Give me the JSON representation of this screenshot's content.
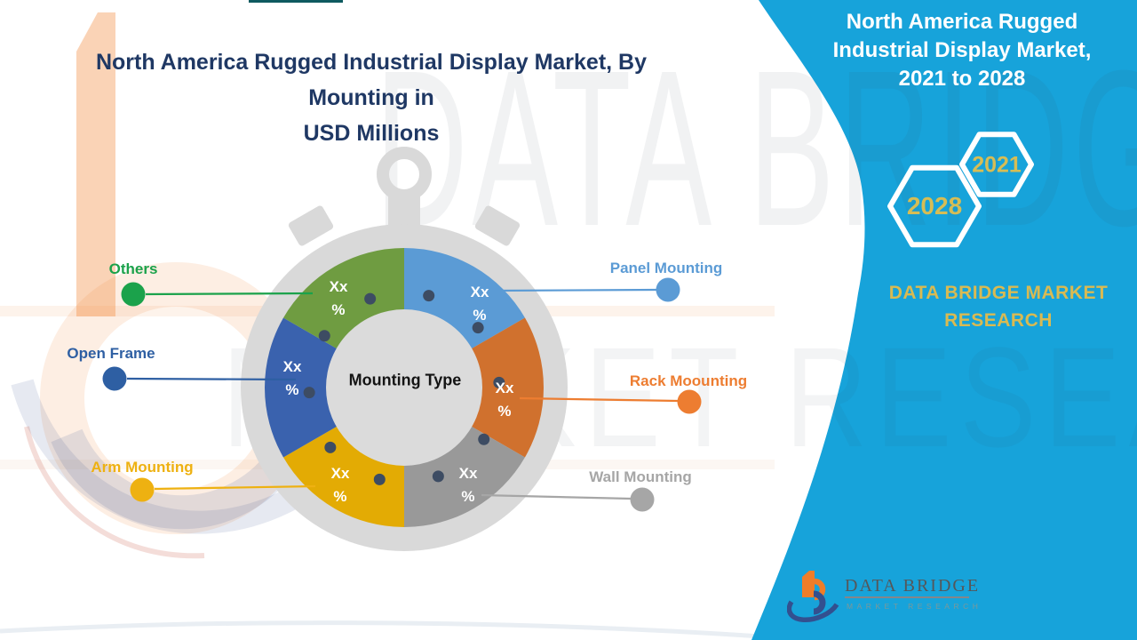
{
  "header": {
    "title": "North America Rugged Industrial Display Market, By Mounting in\nUSD Millions",
    "color": "#1f3864"
  },
  "watermark": {
    "line1": "DATA BRIDGE",
    "line2": "MARKET RESEARCH"
  },
  "banner": {
    "color": "#17a3da",
    "title": "North America Rugged\nIndustrial Display Market,\n2021 to 2028",
    "hexagons": [
      {
        "label": "2028"
      },
      {
        "label": "2021"
      }
    ],
    "hex_text_color": "#d6bd55",
    "brand_text": "DATA BRIDGE MARKET\nRESEARCH",
    "brand_color": "#d9ba52"
  },
  "chart_data": {
    "type": "donut",
    "title": "North America Rugged Industrial Display Market, By Mounting in USD Millions",
    "unit": "USD Millions",
    "center_label": "Mounting Type",
    "style": "stopwatch",
    "segments": [
      {
        "label": "Panel Mounting",
        "value": "Xx %",
        "color": "#5b9bd5",
        "start_angle": 0,
        "end_angle": 60
      },
      {
        "label": "Rack Moounting",
        "value": "Xx %",
        "color": "#d0712e",
        "start_angle": 60,
        "end_angle": 120
      },
      {
        "label": "Wall Mounting",
        "value": "Xx %",
        "color": "#999999",
        "start_angle": 120,
        "end_angle": 180
      },
      {
        "label": "Arm Mounting",
        "value": "Xx %",
        "color": "#e3ab04",
        "start_angle": 180,
        "end_angle": 240
      },
      {
        "label": "Open Frame",
        "value": "Xx %",
        "color": "#3a62ae",
        "start_angle": 240,
        "end_angle": 300
      },
      {
        "label": "Others",
        "value": "Xx %",
        "color": "#6f9c41",
        "start_angle": 300,
        "end_angle": 360
      }
    ]
  },
  "callouts": [
    {
      "label": "Panel Mounting",
      "color": "#5b9bd5"
    },
    {
      "label": "Rack Moounting",
      "color": "#ed7d31"
    },
    {
      "label": "Wall Mounting",
      "color": "#a6a6a6"
    },
    {
      "label": "Arm Mounting",
      "color": "#eeb111"
    },
    {
      "label": "Open Frame",
      "color": "#2e5fa3"
    },
    {
      "label": "Others",
      "color": "#1ba24b"
    }
  ],
  "footer_logo": {
    "name": "DATA BRIDGE",
    "tagline": "MARKET RESEARCH"
  },
  "colors": {
    "bezel_gray": "#d9d9d9",
    "center_gray": "#dbdbdb",
    "tick_dot": "#3d4c63",
    "title_navy": "#1f3864",
    "banner_blue": "#17a3da"
  }
}
